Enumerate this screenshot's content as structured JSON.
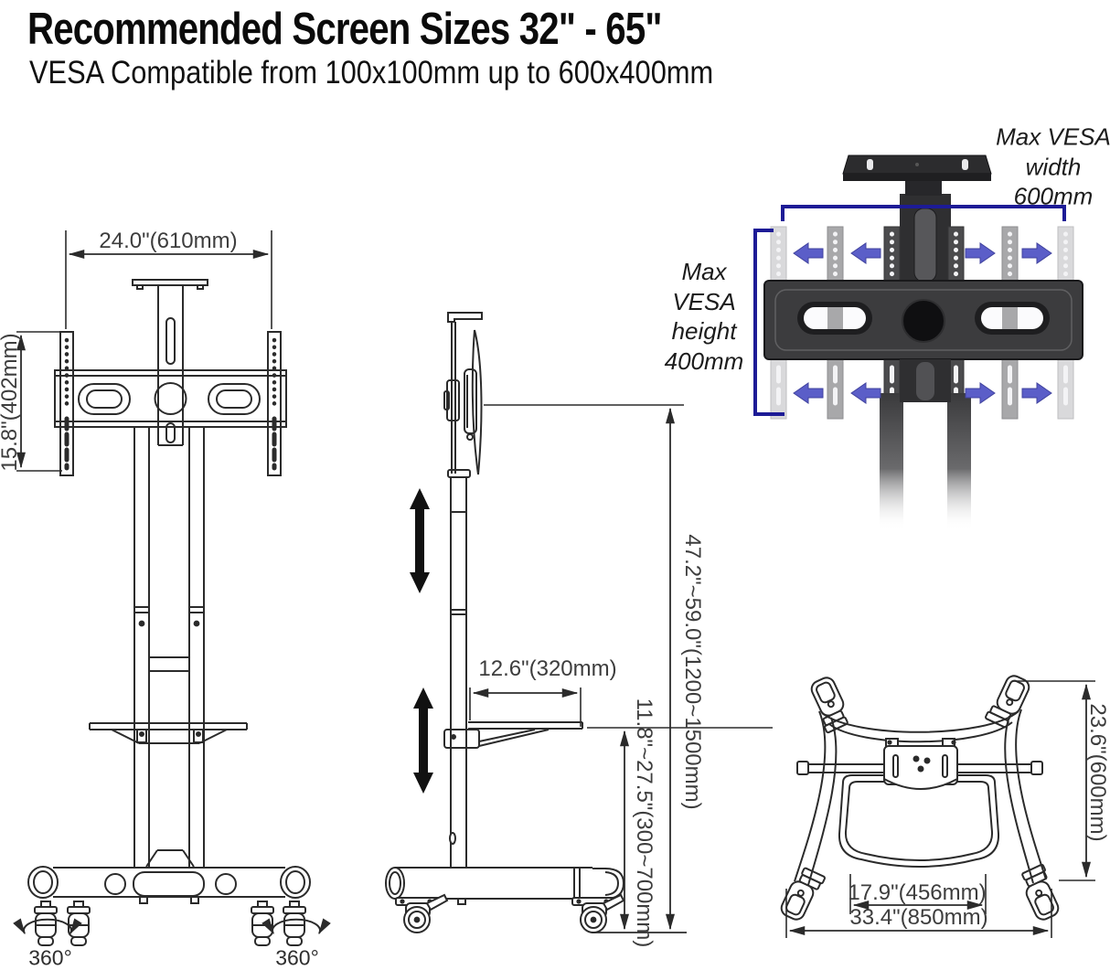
{
  "header": {
    "title": "Recommended Screen Sizes 32\" - 65\"",
    "subtitle": "VESA Compatible from 100x100mm up to 600x400mm"
  },
  "front_view": {
    "width": "24.0\"(610mm)",
    "bracket_height": "15.8\"(402mm)",
    "caster_left_rotation": "360°",
    "caster_right_rotation": "360°"
  },
  "side_view": {
    "shelf_depth": "12.6\"(320mm)",
    "height_range": "47.2\"~59.0\"(1200~1500mm)",
    "shelf_height_range": "11.8\"~27.5\"(300~700mm)"
  },
  "vesa_detail": {
    "max_width": "Max VESA width 600mm",
    "max_height": "Max VESA height 400mm"
  },
  "base_view": {
    "depth": "23.6\"(600mm)",
    "shelf_width": "17.9\"(456mm)",
    "base_width": "33.4\"(850mm)"
  },
  "colors": {
    "line": "#2b2b2b",
    "accent_bracket": "#1d1b96",
    "accent_arrow": "#5b5ec8"
  }
}
